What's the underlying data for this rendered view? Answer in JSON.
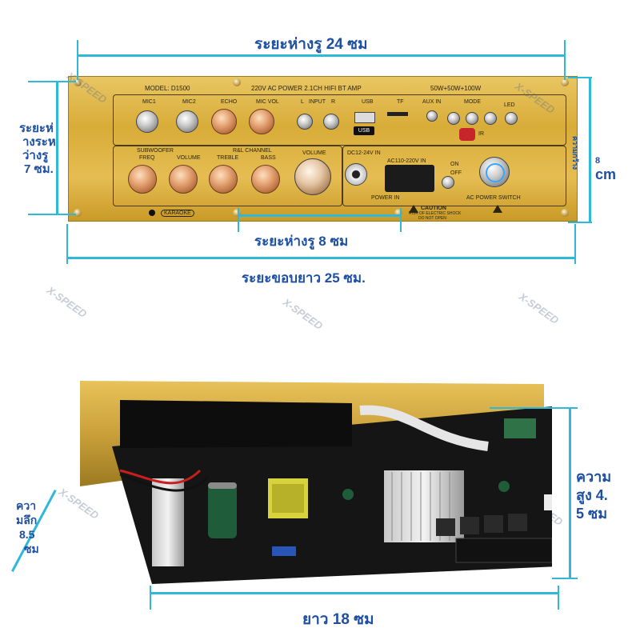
{
  "panel": {
    "model": "MODEL: D1500",
    "power_title": "220V AC POWER 2.1CH HIFI BT AMP",
    "power_rating": "50W+50W+100W",
    "mic1": "MIC1",
    "mic2": "MIC2",
    "echo": "ECHO",
    "mic_vol": "MIC VOL",
    "input_l": "L",
    "input_label": "INPUT",
    "input_r": "R",
    "usb": "USB",
    "tf": "TF",
    "aux_in": "AUX IN",
    "mode": "MODE",
    "led": "LED",
    "ir": "IR",
    "usb_logo": "USB",
    "subwoofer": "SUBWOOFER",
    "rl_channel": "R&L CHANNEL",
    "freq": "FREQ",
    "volume_sub": "VOLUME",
    "treble": "TREBLE",
    "bass": "BASS",
    "volume_main": "VOLUME",
    "dc_in": "DC12-24V IN",
    "ac_in": "AC110-220V IN",
    "power_in": "POWER IN",
    "on": "ON",
    "off": "OFF",
    "ac_switch": "AC POWER SWITCH",
    "karaoke": "KARAOKE",
    "caution": "CAUTION",
    "caution_line1": "RISK OF ELECTRIC SHOCK",
    "caution_line2": "DO NOT OPEN"
  },
  "dimensions": {
    "hole_spacing_top": "ระยะห่างรู 24 ซม",
    "hole_spacing_side_1": "ระยะห่",
    "hole_spacing_side_2": "างระห",
    "hole_spacing_side_3": "ว่างรู",
    "hole_spacing_side_4": "7 ซม.",
    "hole_spacing_middle": "ระยะห่างรู 8 ซม",
    "edge_length": "ระยะขอบยาว 25 ซม.",
    "width_rotated": "ความกว้าง",
    "width_8": "8",
    "width_cm": "cm",
    "depth_1": "ควา",
    "depth_2": "มลึก",
    "depth_3": "8.5",
    "depth_4": "ซม",
    "height_1": "ความ",
    "height_2": "สูง 4.",
    "height_3": "5 ซม",
    "board_length": "ยาว 18 ซม"
  },
  "watermark": "X-SPEED",
  "colors": {
    "dimension_text": "#1d4fa3",
    "dimension_line": "#2fb8d8",
    "panel_gold": "#dcb142"
  }
}
